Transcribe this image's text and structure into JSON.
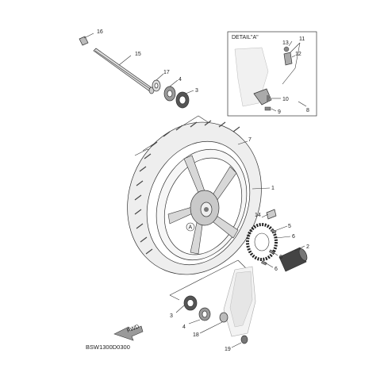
{
  "diagram": {
    "code": "BSW1300D0300",
    "detail_title": "DETAIL\"A\"",
    "detail_marker": "A",
    "fwd_label": "FWD",
    "callouts": [
      "16",
      "15",
      "17",
      "4",
      "3",
      "7",
      "1",
      "2",
      "5",
      "6",
      "6",
      "6",
      "14",
      "3",
      "4",
      "18",
      "19",
      "13",
      "11",
      "12",
      "10",
      "9",
      "8"
    ]
  }
}
